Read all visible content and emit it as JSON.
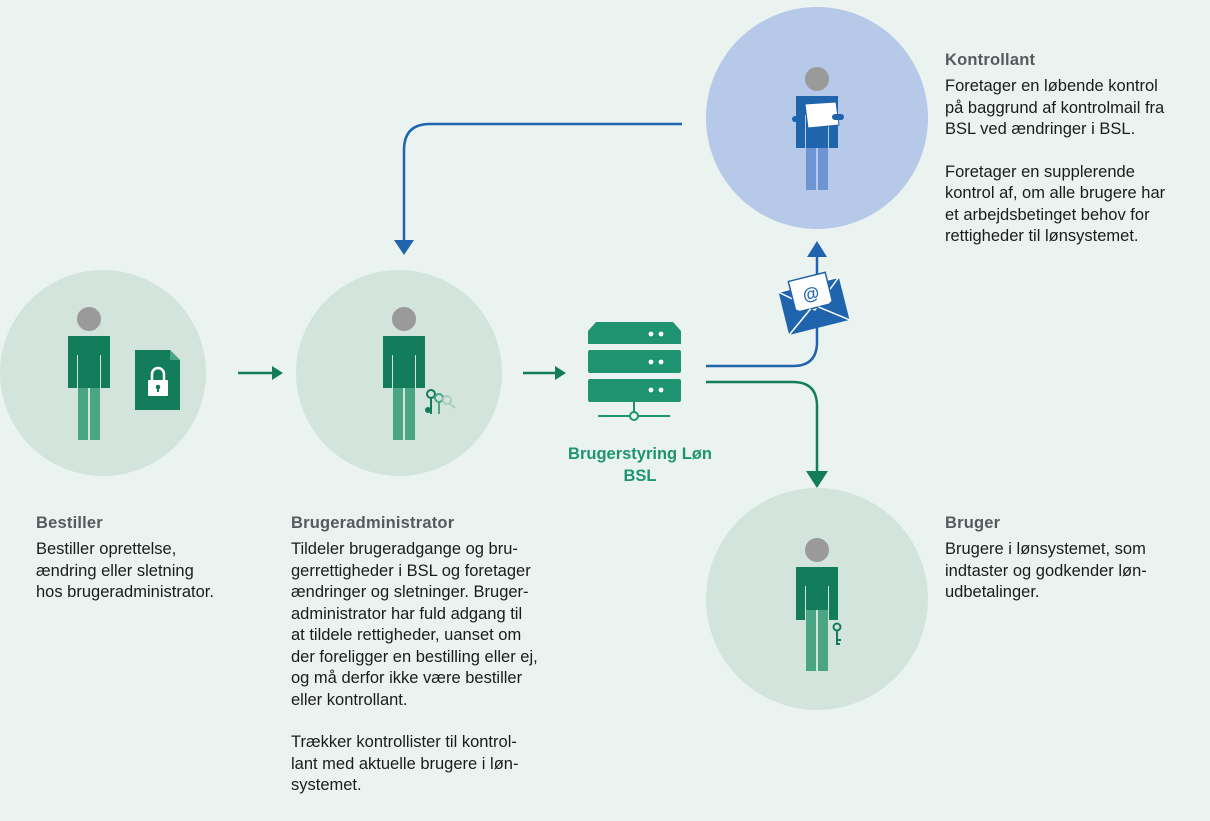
{
  "colors": {
    "background": "#eaf3f0",
    "circle_green": "#d3e4dd",
    "circle_blue": "#b7c9e8",
    "green_dark": "#137c5b",
    "green_mid": "#1e9470",
    "green_light": "#4aa585",
    "blue_dark": "#1f64ad",
    "head_grey": "#9a9a9a",
    "heading_grey": "#555a5c"
  },
  "actors": [
    {
      "id": "bestiller",
      "title": "Bestiller",
      "paragraphs": [
        "Bestiller oprettelse,\nændring eller sletning\nhos brugeradministrator."
      ],
      "icon": "person-with-locked-document-icon"
    },
    {
      "id": "brugeradministrator",
      "title": "Brugeradministrator",
      "paragraphs": [
        "Tildeler brugeradgange og bru-\ngerrettigheder i BSL og foretager\nændringer og sletninger. Bruger-\nadministrator har fuld adgang til\nat tildele rettigheder, uanset om\nder foreligger en bestilling eller ej,\nog må derfor ikke være bestiller\neller kontrollant.",
        "Trækker kontrollister til kontrol-\nlant med aktuelle brugere i løn-\nsystemet."
      ],
      "icon": "person-with-keys-icon"
    },
    {
      "id": "kontrollant",
      "title": "Kontrollant",
      "paragraphs": [
        "Foretager en løbende kontrol\npå baggrund af kontrolmail fra\nBSL ved ændringer i BSL.",
        "Foretager en supplerende\nkontrol af, om alle brugere har\net arbejdsbetinget behov for\nrettigheder til lønsystemet."
      ],
      "icon": "person-reading-document-icon"
    },
    {
      "id": "bruger",
      "title": "Bruger",
      "paragraphs": [
        "Brugere i lønsystemet, som\nindtaster og godkender løn-\nudbetalinger."
      ],
      "icon": "person-with-key-icon"
    }
  ],
  "system": {
    "label": "Brugerstyring Løn\nBSL",
    "icon": "server-icon"
  },
  "mail_icon": "email-icon"
}
